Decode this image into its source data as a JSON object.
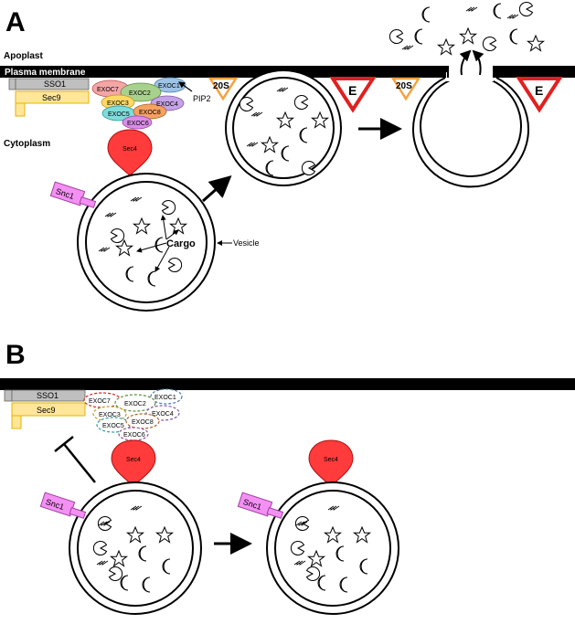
{
  "panel_a": {
    "label": "A",
    "apoplast": "Apoplast",
    "plasma_membrane": "Plasma membrane",
    "cytoplasm": "Cytoplasm",
    "sso1": "SSO1",
    "sec9": "Sec9",
    "sec4": "Sec4",
    "snc1": "Snc1",
    "pip2": "PIP2",
    "cargo": "Cargo",
    "vesicle": "Vesicle",
    "t20s_1": "20S",
    "t20s_2": "20S",
    "e_1": "E",
    "e_2": "E",
    "exocyst": {
      "exoc7": "EXOC7",
      "exoc2": "EXOC2",
      "exoc1": "EXOC1",
      "exoc3": "EXOC3",
      "exoc4": "EXOC4",
      "exoc5": "EXOC5",
      "exoc8": "EXOC8",
      "exoc6": "EXOC6"
    }
  },
  "panel_b": {
    "label": "B",
    "sso1": "SSO1",
    "sec9": "Sec9",
    "sec4_1": "Sec4",
    "sec4_2": "Sec4",
    "snc1_1": "Snc1",
    "snc1_2": "Snc1",
    "exocyst": {
      "exoc7": "EXOC7",
      "exoc2": "EXOC2",
      "exoc1": "EXOC1",
      "exoc3": "EXOC3",
      "exoc4": "EXOC4",
      "exoc5": "EXOC5",
      "exoc8": "EXOC8",
      "exoc6": "EXOC6"
    }
  },
  "colors": {
    "membrane": "#000000",
    "sso1": "#bfbfbf",
    "sec9": "#ffe699",
    "sec9_border": "#e6b400",
    "sec4": "#ff3b3b",
    "snc1": "#f48ff4",
    "exoc7": "#f4a6a6",
    "exoc2": "#a9d18e",
    "exoc1": "#9dc3e6",
    "exoc3": "#ffd966",
    "exoc4": "#c5a3e6",
    "exoc5": "#7fdcdc",
    "exoc8": "#f4a261",
    "exoc6": "#d98ee6",
    "triangle_20s": "#f4a340",
    "triangle_e": "#e02020"
  }
}
